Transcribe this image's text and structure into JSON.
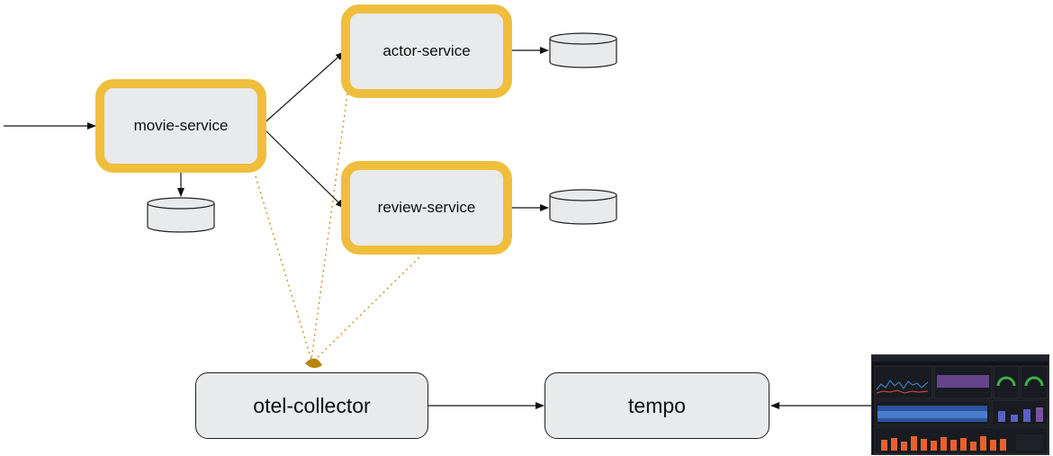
{
  "services": {
    "movie": "movie-service",
    "actor": "actor-service",
    "review": "review-service"
  },
  "infra": {
    "collector": "otel-collector",
    "tempo": "tempo"
  },
  "colors": {
    "service_border": "#efbe3c",
    "box_fill": "#e8eaeb",
    "trace_line": "#c8902a"
  }
}
